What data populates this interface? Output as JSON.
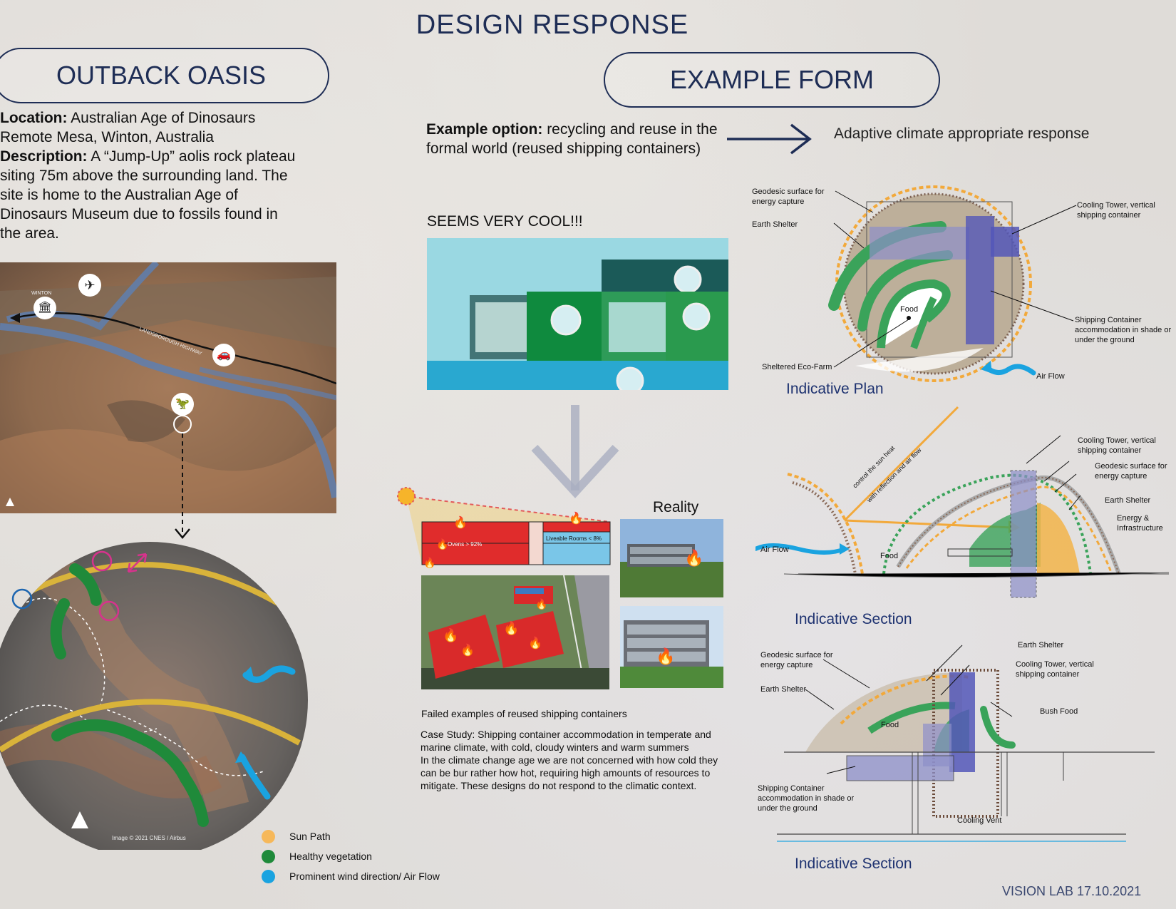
{
  "header": {
    "title": "DESIGN RESPONSE"
  },
  "left": {
    "pill": "OUTBACK OASIS",
    "location_label": "Location:",
    "location_text": " Australian Age of Dinosaurs Remote Mesa, Winton, Australia",
    "description_label": "Description:",
    "description_text": " A “Jump-Up” aolis rock plateau siting 75m above the surrounding land. The site is home to the Australian Age of Dinosaurs Museum due to fossils found in the area.",
    "map": {
      "town": "WINTON",
      "road": "LANDSBOROUGH HIGHWAY"
    },
    "aerial_credit": "Image © 2021 CNES / Airbus",
    "legend": [
      {
        "label": "Sun Path",
        "color": "#f6b85a"
      },
      {
        "label": "Healthy vegetation",
        "color": "#1f8a3a"
      },
      {
        "label": "Prominent wind direction/ Air Flow",
        "color": "#1aa3e0"
      }
    ]
  },
  "middle": {
    "example_label": "Example option:",
    "example_text": " recycling and reuse in the formal world (reused shipping containers)",
    "cool": "SEEMS VERY COOL!!!",
    "reality": "Reality",
    "ovens": "Ovens > 92%",
    "liveable": "Liveable Rooms < 8%",
    "failed": "Failed examples of reused shipping containers",
    "case_study": "Case Study: Shipping container accommodation in temperate and marine climate, with cold, cloudy winters and warm summers",
    "climate_text": "In the climate change age we are not concerned with how cold they can be bur rather how hot, requiring high amounts of resources to mitigate. These designs do not respond to the climatic context."
  },
  "right": {
    "pill": "EXAMPLE FORM",
    "adaptive": "Adaptive climate appropriate response",
    "plan": {
      "caption": "Indicative Plan",
      "geodesic": "Geodesic surface for energy capture",
      "earth_shelter": "Earth Shelter",
      "cooling_tower": "Cooling Tower, vertical shipping container",
      "shipping": "Shipping Container accommodation in shade or under the ground",
      "eco_farm": "Sheltered Eco-Farm",
      "food": "Food",
      "air_flow": "Air Flow"
    },
    "section1": {
      "caption": "Indicative Section",
      "cooling_tower": "Cooling Tower, vertical shipping container",
      "geodesic": "Geodesic surface for energy capture",
      "earth_shelter": "Earth Shelter",
      "energy": "Energy & Infrastructure",
      "air_flow": "Air Flow",
      "food": "Food",
      "sun_line1": "control the sun heat",
      "sun_line2": "with reflection and air flow"
    },
    "section2": {
      "caption": "Indicative Section",
      "geodesic": "Geodesic surface for energy capture",
      "earth_shelter_left": "Earth Shelter",
      "earth_shelter_top": "Earth Shelter",
      "cooling_tower": "Cooling Tower, vertical shipping container",
      "bush_food": "Bush Food",
      "food": "Food",
      "shipping": "Shipping Container accommodation in shade or under the ground",
      "cooling_vent": "Cooling Vent"
    }
  },
  "footer": {
    "credit": "VISION LAB 17.10.2021"
  },
  "colors": {
    "navy": "#1e2d55",
    "sun": "#f6b85a",
    "veg": "#1f8a3a",
    "wind": "#1aa3e0"
  },
  "icons": [
    "airplane-icon",
    "building-icon",
    "car-icon",
    "dinosaur-icon",
    "arrow-right-icon",
    "arrow-down-icon",
    "fire-icon",
    "sun-icon",
    "north-arrow-icon"
  ]
}
